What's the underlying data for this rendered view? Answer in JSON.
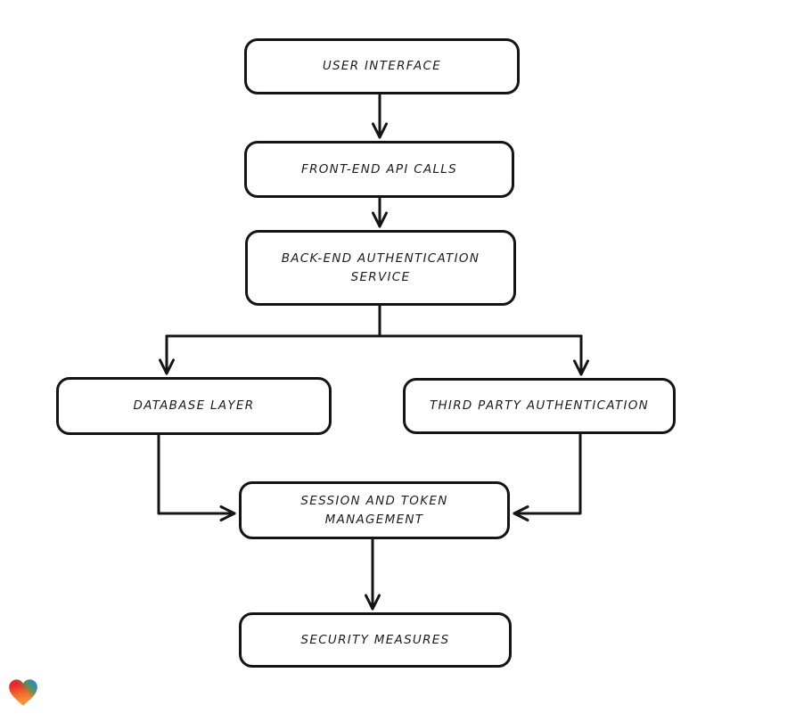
{
  "canvas": {
    "background": "#ffffff",
    "stroke_color": "#141414",
    "text_color": "#1d1d1d"
  },
  "nodes": [
    {
      "id": "user-interface",
      "label": "USER INTERFACE"
    },
    {
      "id": "front-end-api-calls",
      "label": "FRONT-END API CALLS"
    },
    {
      "id": "back-end-authentication-service",
      "label": "BACK-END AUTHENTICATION SERVICE"
    },
    {
      "id": "database-layer",
      "label": "DATABASE LAYER"
    },
    {
      "id": "third-party-authentication",
      "label": "THIRD PARTY AUTHENTICATION"
    },
    {
      "id": "session-and-token-management",
      "label": "SESSION AND TOKEN MANAGEMENT"
    },
    {
      "id": "security-measures",
      "label": "SECURITY MEASURES"
    }
  ],
  "edges": [
    {
      "from": "user-interface",
      "to": "front-end-api-calls"
    },
    {
      "from": "front-end-api-calls",
      "to": "back-end-authentication-service"
    },
    {
      "from": "back-end-authentication-service",
      "to": "database-layer"
    },
    {
      "from": "back-end-authentication-service",
      "to": "third-party-authentication"
    },
    {
      "from": "database-layer",
      "to": "session-and-token-management"
    },
    {
      "from": "third-party-authentication",
      "to": "session-and-token-management"
    },
    {
      "from": "session-and-token-management",
      "to": "security-measures"
    }
  ],
  "logo": {
    "name": "heart-gradient-logo",
    "colors": [
      "#e8262d",
      "#f2702e",
      "#f9a33c",
      "#3ea05a",
      "#2e86d5"
    ]
  }
}
